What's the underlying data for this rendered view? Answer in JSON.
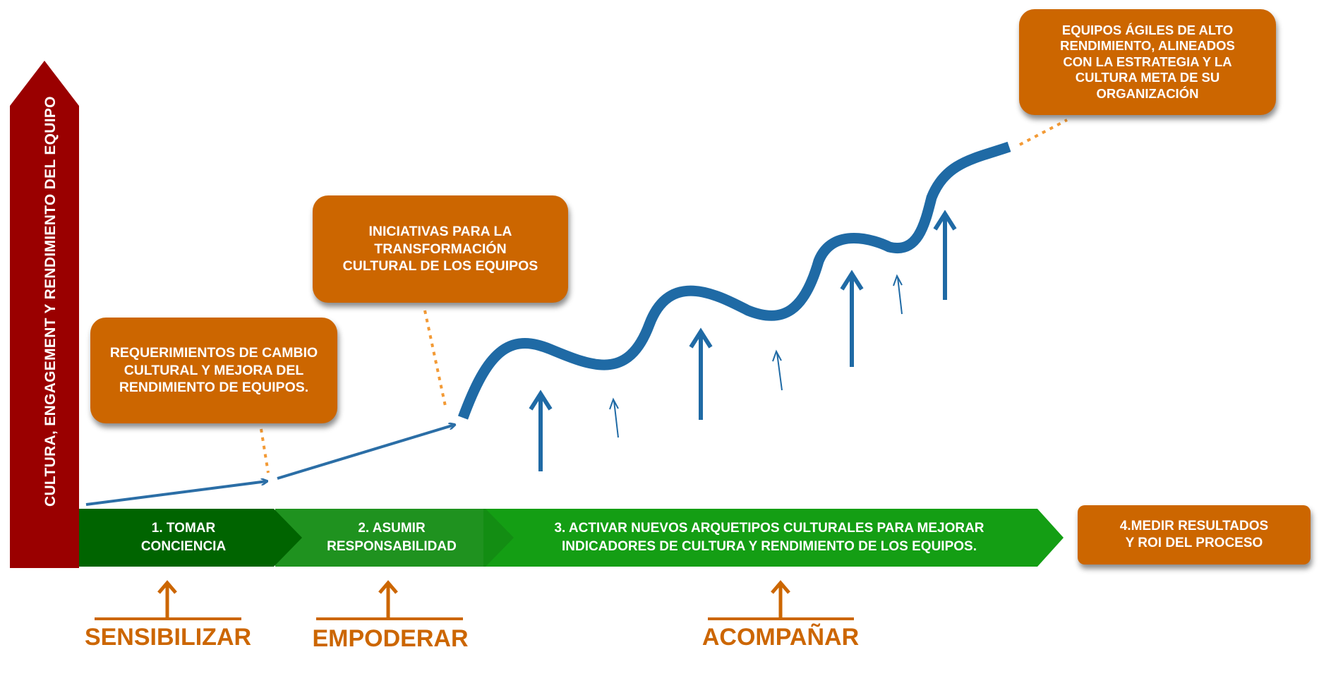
{
  "axis": {
    "label": "CULTURA, ENGAGEMENT Y RENDIMIENTO DEL EQUIPO"
  },
  "boxes": {
    "requerimientos": "REQUERIMIENTOS DE CAMBIO\nCULTURAL  Y MEJORA DEL\nRENDIMIENTO DE EQUIPOS.",
    "iniciativas": "INICIATIVAS  PARA LA\nTRANSFORMACIÓN\nCULTURAL DE LOS EQUIPOS",
    "equipos": "EQUIPOS ÁGILES DE ALTO\nRENDIMIENTO, ALINEADOS\nCON LA ESTRATEGIA Y LA\nCULTURA META DE SU\nORGANIZACIÓN"
  },
  "steps": [
    {
      "label": "1. TOMAR\nCONCIENCIA"
    },
    {
      "label": "2. ASUMIR\nRESPONSABILIDAD"
    },
    {
      "label": "3. ACTIVAR  NUEVOS ARQUETIPOS CULTURALES PARA MEJORAR\nINDICADORES DE CULTURA Y RENDIMIENTO DE LOS  EQUIPOS."
    },
    {
      "label": "4.MEDIR RESULTADOS\nY ROI DEL PROCESO"
    }
  ],
  "actions": [
    {
      "label": "SENSIBILIZAR"
    },
    {
      "label": "EMPODERAR"
    },
    {
      "label": "ACOMPAÑAR"
    }
  ],
  "colors": {
    "axis_red": "#9a0000",
    "orange": "#cc6600",
    "step_dark_green": "#006400",
    "step_green": "#138c13",
    "step_bright_green": "#149e14",
    "curve_blue": "#1f6aa5",
    "dotted_orange": "#f39a35"
  }
}
